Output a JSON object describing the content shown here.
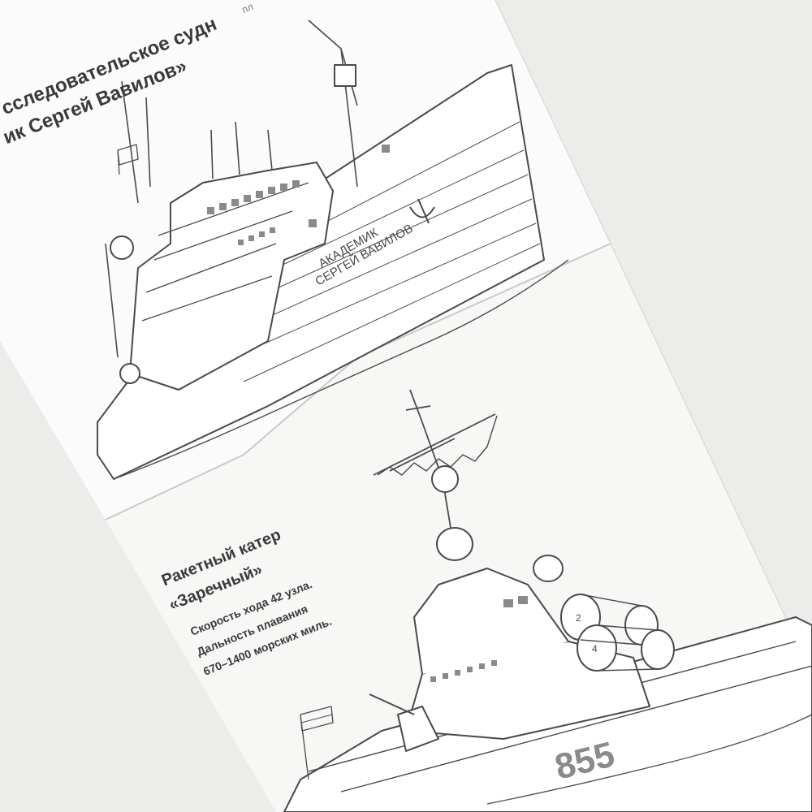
{
  "page_top": {
    "title_line_1": "сследовательское судн",
    "title_line_2": "ик Сергей Вавилов»",
    "corner_text": "пл",
    "hull_name_1": "АКАДЕМИК",
    "hull_name_2": "СЕРГЕЙ ВАВИЛОВ"
  },
  "page_bottom": {
    "title_line_1": "Ракетный катер",
    "title_line_2": "«Заречный»",
    "info_line_1": "Скорость хода 42 узла.",
    "info_line_2": "Дальность плавания",
    "info_line_3": "670–1400 морских миль.",
    "hull_number": "855",
    "launcher_1": "2",
    "launcher_2": "4"
  },
  "colors": {
    "background": "#ececea",
    "paper": "#fbfbfb",
    "line": "#4a4a4a",
    "fill_grey": "#8a8a8a"
  }
}
